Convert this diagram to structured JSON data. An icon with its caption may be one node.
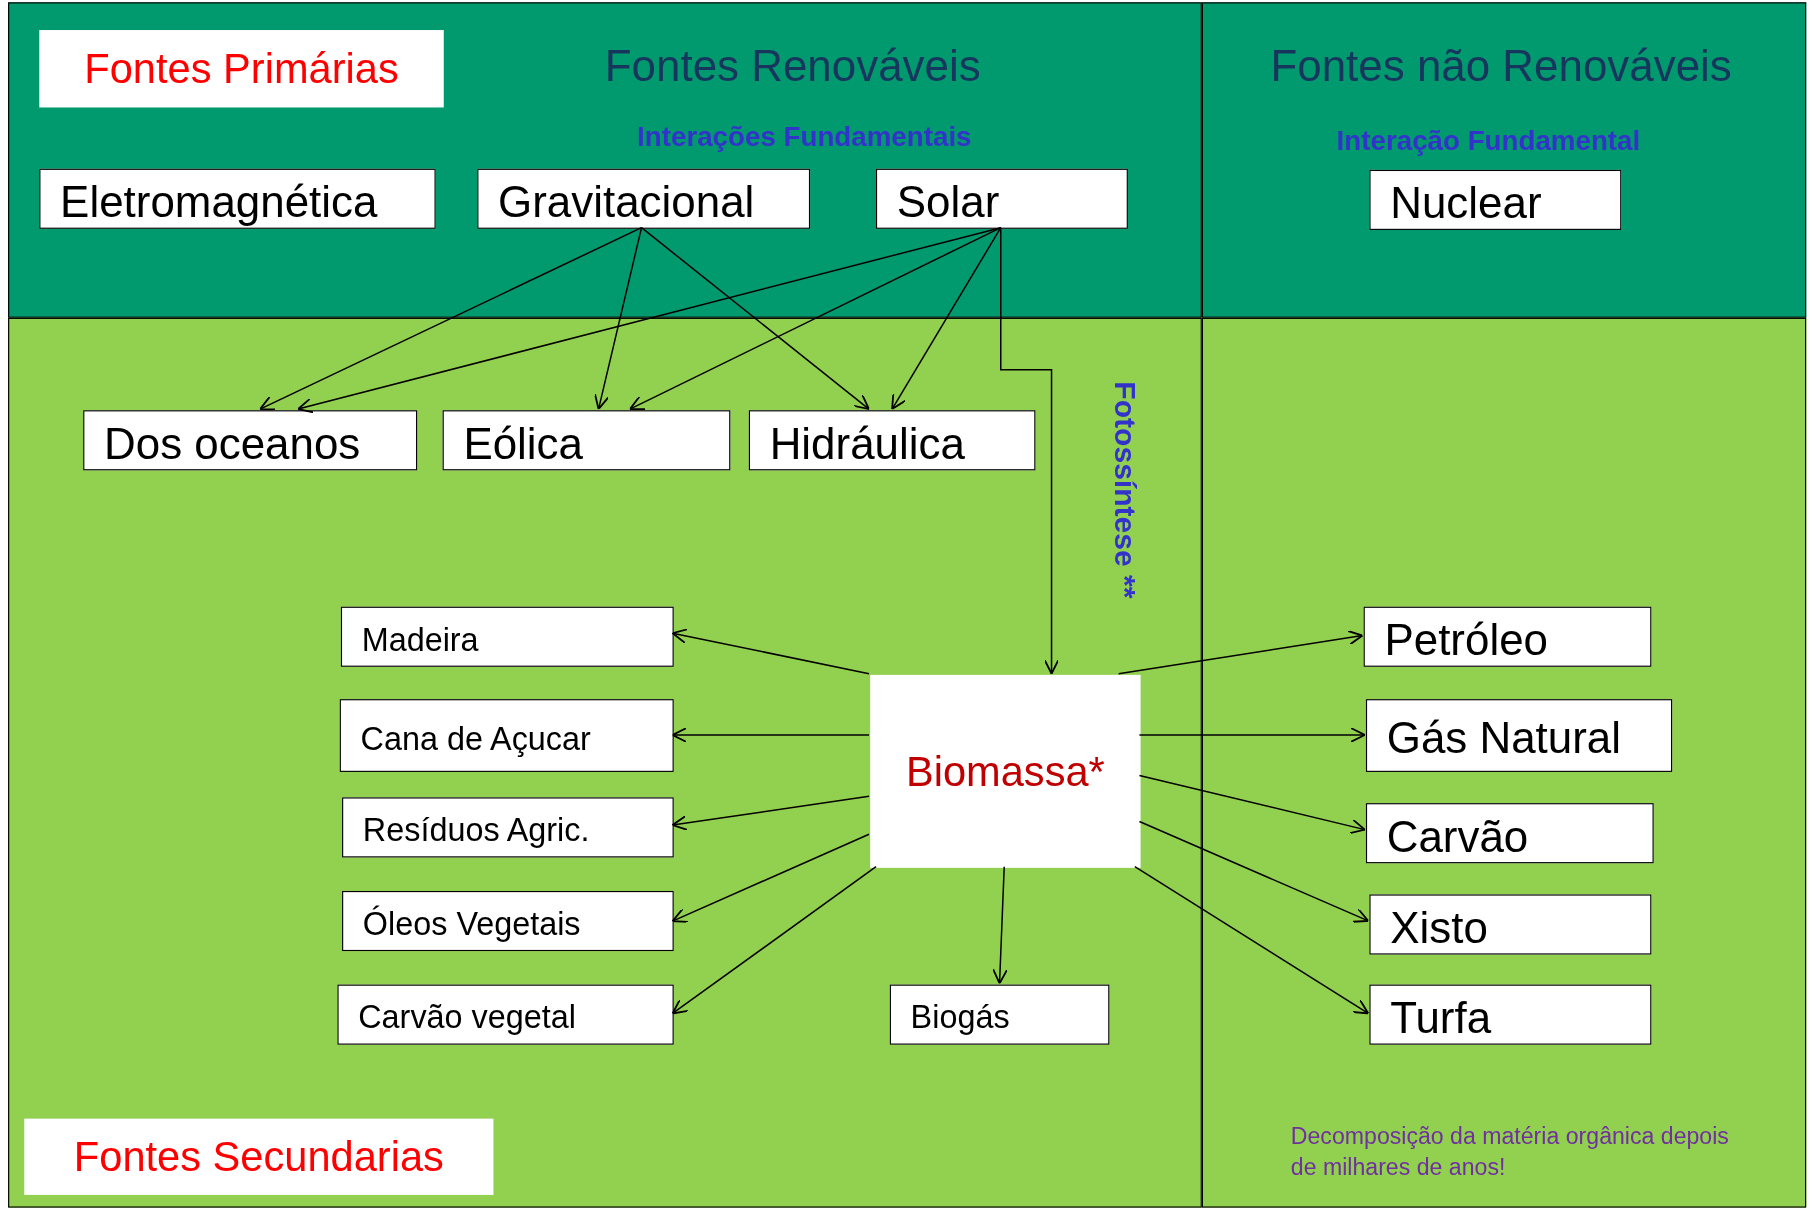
{
  "diagram": {
    "nodes": [
      {
        "text": [
          "Fontes Renováveis",
          "Interações Fundamentais"
        ]
      },
      {
        "text": [
          "Fontes Primárias"
        ],
        "in": 0
      },
      {
        "text": [
          "Eletromagnética"
        ],
        "in": 0
      },
      {
        "text": [
          "Gravitacional"
        ],
        "in": 0
      },
      {
        "text": [
          "Solar"
        ],
        "in": 0
      },
      {
        "text": [
          "Fontes não Renováveis",
          "Interação Fundamental"
        ]
      },
      {
        "text": [
          "Nuclear"
        ],
        "in": 5
      },
      {
        "text": [],
        "shape": "box"
      },
      {
        "text": [
          "Fontes Secundarias"
        ],
        "in": 7
      },
      {
        "text": [
          "Dos oceanos"
        ],
        "in": 7
      },
      {
        "text": [
          "Eólica"
        ],
        "in": 7
      },
      {
        "text": [
          "Hidráulica"
        ],
        "in": 7
      },
      {
        "text": [
          "Madeira"
        ],
        "in": 7
      },
      {
        "text": [
          "Cana de Açucar"
        ],
        "in": 7
      },
      {
        "text": [
          "Resíduos Agric."
        ],
        "in": 7
      },
      {
        "text": [
          "Óleos Vegetais"
        ],
        "in": 7
      },
      {
        "text": [
          "Carvão vegetal"
        ],
        "in": 7
      },
      {
        "text": [
          "Biomassa*"
        ],
        "in": 7
      },
      {
        "text": [
          "Biogás"
        ],
        "in": 7
      },
      {
        "text": [],
        "shape": "box"
      },
      {
        "text": [
          "Petróleo"
        ],
        "in": 19
      },
      {
        "text": [
          "Gás Natural"
        ],
        "in": 19
      },
      {
        "text": [
          "Carvão"
        ],
        "in": 19
      },
      {
        "text": [
          "Xisto"
        ],
        "in": 19
      },
      {
        "text": [
          "Turfa"
        ],
        "in": 19
      }
    ],
    "edges": [
      {
        "from": 3,
        "to": 9,
        "arrow": "to"
      },
      {
        "from": 3,
        "to": 10,
        "arrow": "to"
      },
      {
        "from": 3,
        "to": 11,
        "arrow": "to"
      },
      {
        "from": 4,
        "to": 9,
        "arrow": "to"
      },
      {
        "from": 4,
        "to": 10,
        "arrow": "to"
      },
      {
        "from": 4,
        "to": 11,
        "arrow": "to"
      },
      {
        "from": 4,
        "to": 17,
        "arrow": "to",
        "label": "Fotossíntese **"
      },
      {
        "from": 17,
        "to": 12,
        "arrow": "to"
      },
      {
        "from": 17,
        "to": 13,
        "arrow": "to"
      },
      {
        "from": 17,
        "to": 14,
        "arrow": "to"
      },
      {
        "from": 17,
        "to": 15,
        "arrow": "to"
      },
      {
        "from": 17,
        "to": 16,
        "arrow": "to"
      },
      {
        "from": 17,
        "to": 18,
        "arrow": "to"
      },
      {
        "from": 17,
        "to": 20,
        "arrow": "to"
      },
      {
        "from": 17,
        "to": 21,
        "arrow": "to"
      },
      {
        "from": 17,
        "to": 22,
        "arrow": "to"
      },
      {
        "from": 17,
        "to": 23,
        "arrow": "to"
      },
      {
        "from": 17,
        "to": 24,
        "arrow": "to"
      }
    ],
    "labels": [
      "Decomposição da matéria orgânica depois de milhares de anos!"
    ]
  }
}
